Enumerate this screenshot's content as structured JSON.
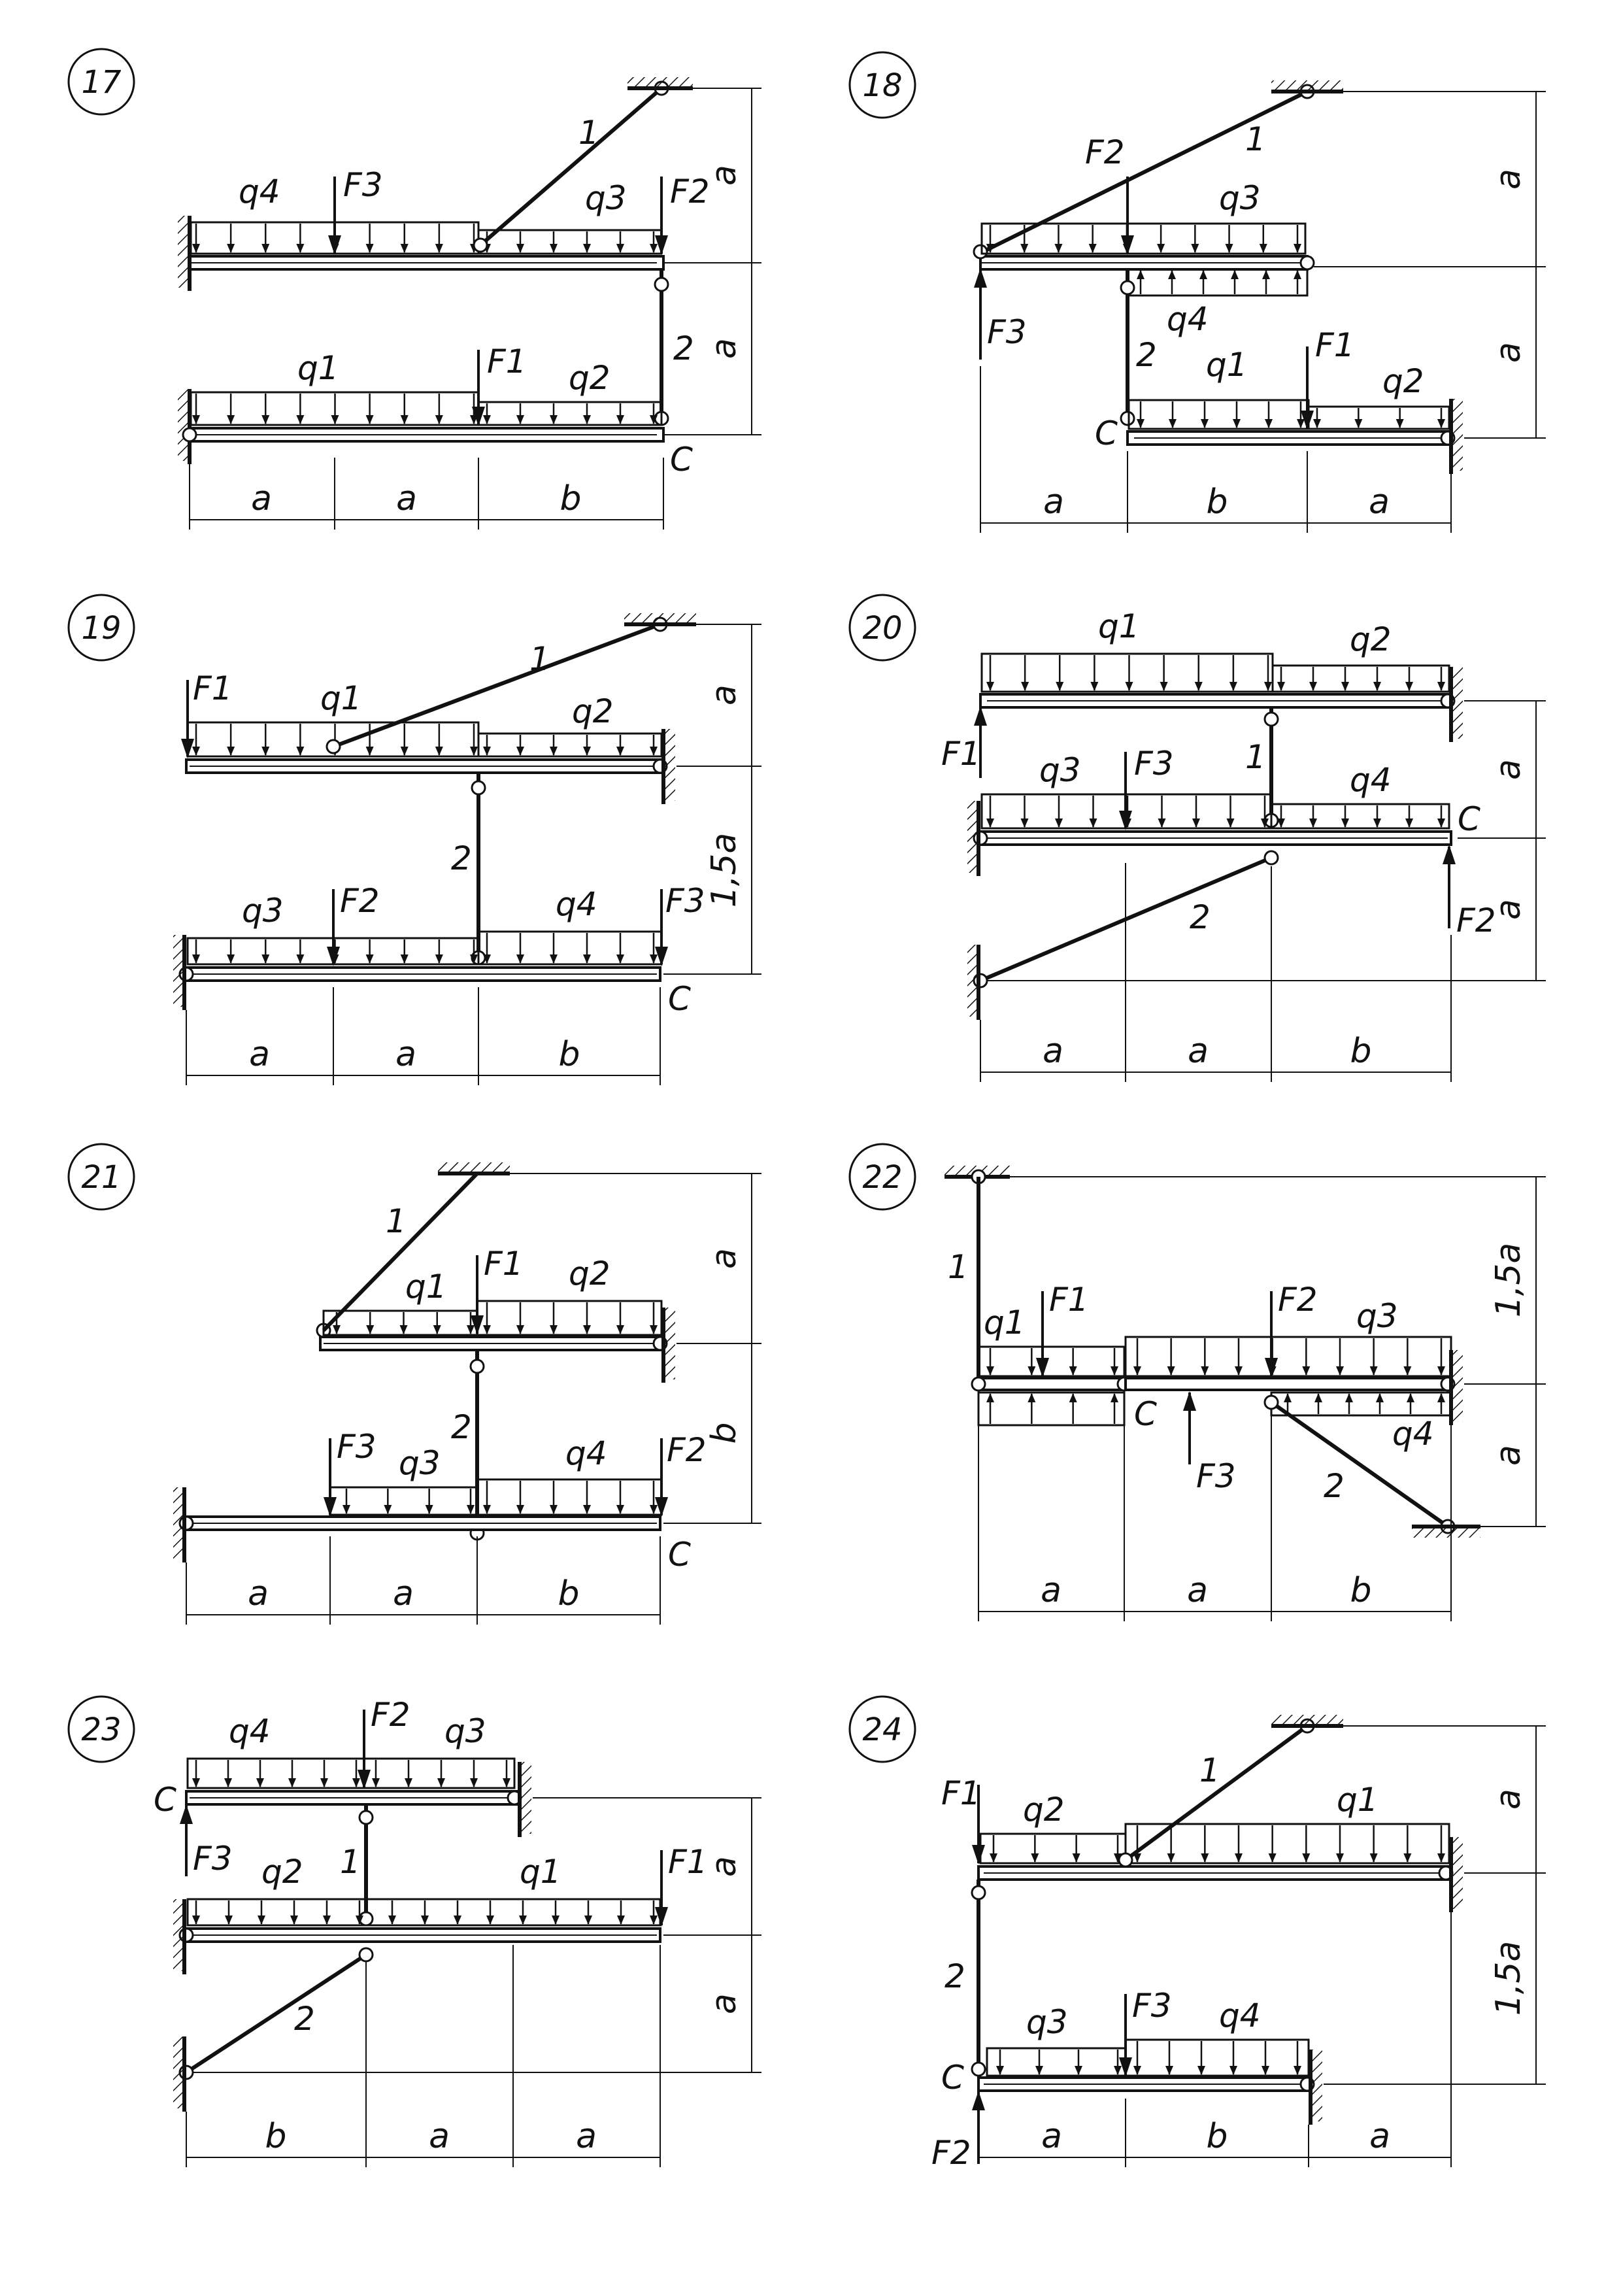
{
  "diagrams": [
    {
      "number": "17",
      "loads": [
        "q4",
        "F3",
        "q3",
        "F2",
        "q1",
        "F1",
        "q2"
      ],
      "rods": [
        "1",
        "2"
      ],
      "point": "C",
      "horizontal_dims": [
        "a",
        "a",
        "b"
      ],
      "vertical_dims": [
        "a",
        "a"
      ]
    },
    {
      "number": "18",
      "loads": [
        "F2",
        "q3",
        "F3",
        "q4",
        "q1",
        "F1",
        "q2"
      ],
      "rods": [
        "1",
        "2"
      ],
      "point": "C",
      "horizontal_dims": [
        "a",
        "b",
        "a"
      ],
      "vertical_dims": [
        "a",
        "a"
      ]
    },
    {
      "number": "19",
      "loads": [
        "F1",
        "q1",
        "q2",
        "q3",
        "F2",
        "q4",
        "F3"
      ],
      "rods": [
        "1",
        "2"
      ],
      "point": "C",
      "horizontal_dims": [
        "a",
        "a",
        "b"
      ],
      "vertical_dims": [
        "a",
        "1,5a"
      ]
    },
    {
      "number": "20",
      "loads": [
        "q1",
        "q2",
        "F1",
        "q3",
        "F3",
        "q4",
        "F2"
      ],
      "rods": [
        "1",
        "2"
      ],
      "point": "C",
      "horizontal_dims": [
        "a",
        "a",
        "b"
      ],
      "vertical_dims": [
        "a",
        "a"
      ]
    },
    {
      "number": "21",
      "loads": [
        "q1",
        "F1",
        "q2",
        "F3",
        "q3",
        "q4",
        "F2"
      ],
      "rods": [
        "1",
        "2"
      ],
      "point": "C",
      "horizontal_dims": [
        "a",
        "a",
        "b"
      ],
      "vertical_dims": [
        "a",
        "b"
      ]
    },
    {
      "number": "22",
      "loads": [
        "q1",
        "F1",
        "F2",
        "q3",
        "F3",
        "q4"
      ],
      "rods": [
        "1",
        "2"
      ],
      "point": "C",
      "horizontal_dims": [
        "a",
        "a",
        "b"
      ],
      "vertical_dims": [
        "1,5a",
        "a"
      ]
    },
    {
      "number": "23",
      "loads": [
        "q4",
        "F2",
        "q3",
        "F3",
        "q2",
        "q1",
        "F1"
      ],
      "rods": [
        "1",
        "2"
      ],
      "point": "C",
      "horizontal_dims": [
        "b",
        "a",
        "a"
      ],
      "vertical_dims": [
        "a",
        "a"
      ]
    },
    {
      "number": "24",
      "loads": [
        "F1",
        "q2",
        "q1",
        "q3",
        "F3",
        "q4",
        "F2"
      ],
      "rods": [
        "1",
        "2"
      ],
      "point": "C",
      "horizontal_dims": [
        "a",
        "b",
        "a"
      ],
      "vertical_dims": [
        "a",
        "1,5a"
      ]
    }
  ]
}
